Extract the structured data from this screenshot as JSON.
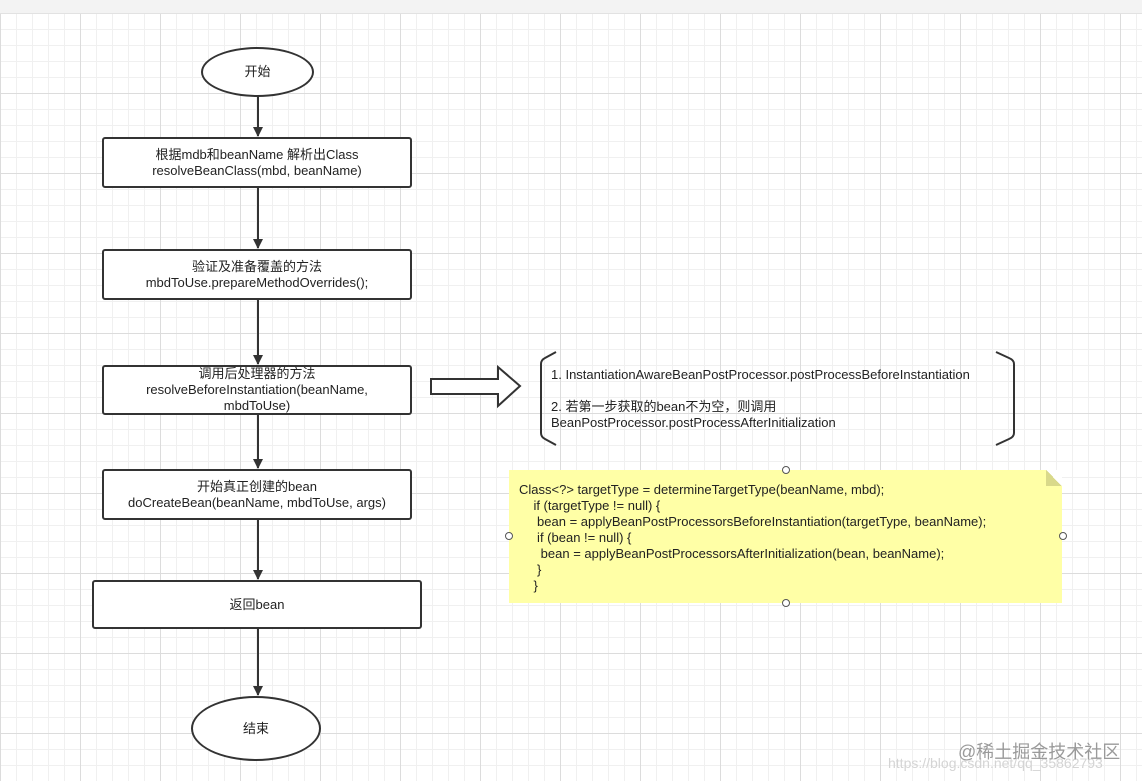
{
  "nodes": {
    "start": {
      "label": "开始"
    },
    "step1": {
      "line1": "根据mdb和beanName 解析出Class",
      "line2": "resolveBeanClass(mbd, beanName)"
    },
    "step2": {
      "line1": "验证及准备覆盖的方法",
      "line2": "mbdToUse.prepareMethodOverrides();"
    },
    "step3": {
      "line1": "调用后处理器的方法",
      "line2": "resolveBeforeInstantiation(beanName,",
      "line3": "mbdToUse)"
    },
    "step4": {
      "line1": "开始真正创建的bean",
      "line2": "doCreateBean(beanName, mbdToUse, args)"
    },
    "step5": {
      "label": "返回bean"
    },
    "end": {
      "label": "结束"
    }
  },
  "annotation": {
    "item1": "1. InstantiationAwareBeanPostProcessor.postProcessBeforeInstantiation",
    "item2_line1": "2. 若第一步获取的bean不为空，则调用",
    "item2_line2": "BeanPostProcessor.postProcessAfterInitialization"
  },
  "note": {
    "lines": [
      "Class<?> targetType = determineTargetType(beanName, mbd);",
      "    if (targetType != null) {",
      "     bean = applyBeanPostProcessorsBeforeInstantiation(targetType, beanName);",
      "     if (bean != null) {",
      "      bean = applyBeanPostProcessorsAfterInitialization(bean, beanName);",
      "     }",
      "    }"
    ],
    "color": "#ffffa6"
  },
  "watermark": {
    "brand": "@稀土掘金技术社区",
    "url": "https://blog.csdn.net/qq_35862793"
  },
  "colors": {
    "stroke": "#333333",
    "grid": "#dcdcdc"
  }
}
